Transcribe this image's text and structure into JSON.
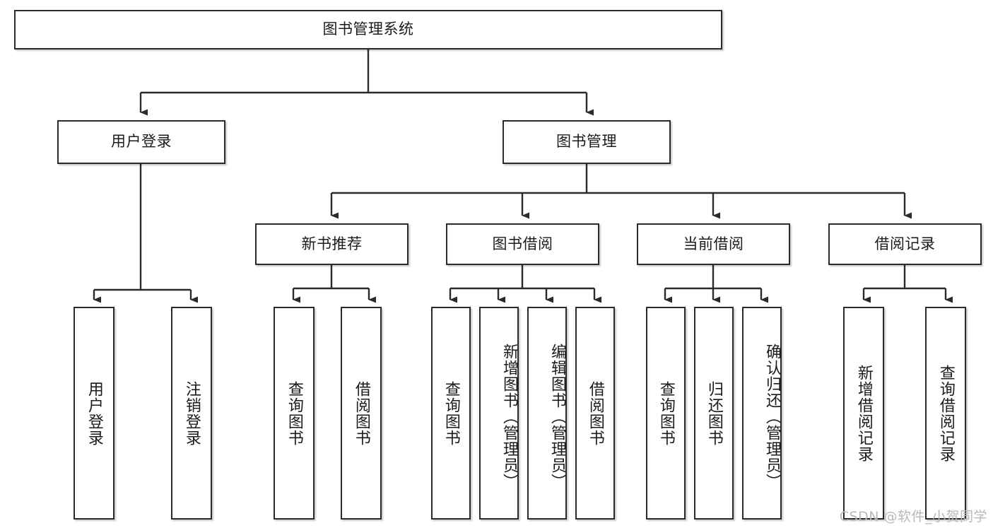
{
  "diagram": {
    "title": "图书管理系统",
    "type": "tree",
    "watermark": "CSDN @软件_小贺同学",
    "levels": {
      "root": {
        "label": "图书管理系统"
      },
      "level2": [
        {
          "label": "用户登录"
        },
        {
          "label": "图书管理"
        }
      ],
      "level3": [
        {
          "label": "新书推荐"
        },
        {
          "label": "图书借阅"
        },
        {
          "label": "当前借阅"
        },
        {
          "label": "借阅记录"
        }
      ],
      "leaves": [
        {
          "label": "用户登录",
          "parent": "用户登录"
        },
        {
          "label": "注销登录",
          "parent": "用户登录"
        },
        {
          "label": "查询图书",
          "parent": "新书推荐"
        },
        {
          "label": "借阅图书",
          "parent": "新书推荐"
        },
        {
          "label": "查询图书",
          "parent": "图书借阅"
        },
        {
          "label": "新增图书（管理员）",
          "parent": "图书借阅"
        },
        {
          "label": "编辑图书（管理员）",
          "parent": "图书借阅"
        },
        {
          "label": "借阅图书",
          "parent": "图书借阅"
        },
        {
          "label": "查询图书",
          "parent": "当前借阅"
        },
        {
          "label": "归还图书",
          "parent": "当前借阅"
        },
        {
          "label": "确认归还（管理员）",
          "parent": "当前借阅"
        },
        {
          "label": "新增借阅记录",
          "parent": "借阅记录"
        },
        {
          "label": "查询借阅记录",
          "parent": "借阅记录"
        }
      ]
    },
    "colors": {
      "border": "#2b2b2b",
      "background": "#ffffff",
      "text": "#1b1b1b",
      "watermark": "#b9b9b9"
    }
  }
}
